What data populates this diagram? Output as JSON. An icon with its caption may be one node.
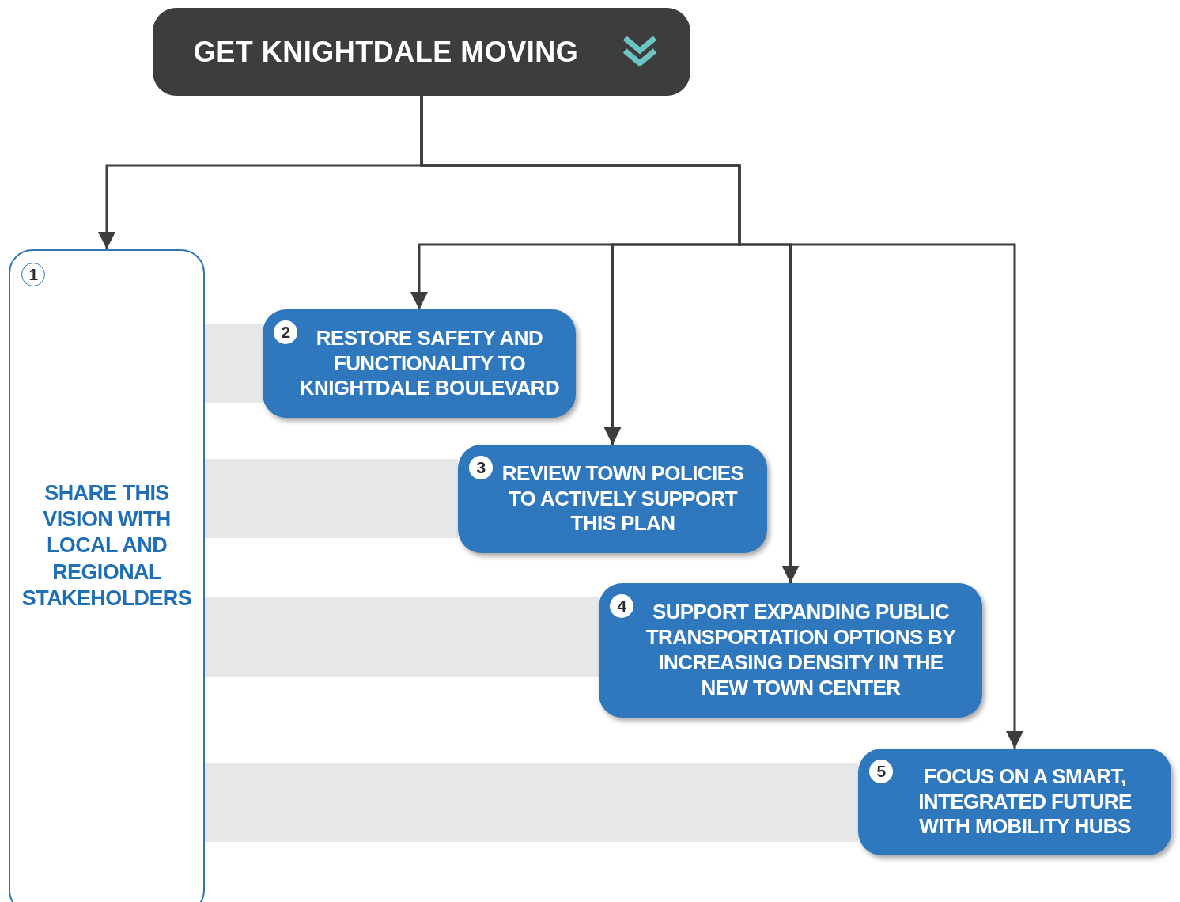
{
  "diagram": {
    "nodes": [
      {
        "text": [
          "GET KNIGHTDALE MOVING"
        ]
      },
      {
        "text": [
          "1",
          "SHARE THIS VISION WITH LOCAL AND REGIONAL STAKEHOLDERS"
        ]
      },
      {
        "text": [
          "2",
          "RESTORE SAFETY AND FUNCTIONALITY TO KNIGHTDALE BOULEVARD"
        ]
      },
      {
        "text": [
          "3",
          "REVIEW TOWN POLICIES TO ACTIVELY SUPPORT THIS PLAN"
        ]
      },
      {
        "text": [
          "4",
          "SUPPORT EXPANDING PUBLIC TRANSPORTATION OPTIONS BY INCREASING DENSITY IN THE NEW TOWN CENTER"
        ]
      },
      {
        "text": [
          "5",
          "FOCUS ON A SMART, INTEGRATED FUTURE WITH MOBILITY HUBS"
        ]
      }
    ],
    "edges": [
      {
        "from": 0,
        "to": 1,
        "arrow": "to"
      },
      {
        "from": 0,
        "to": 2,
        "arrow": "to"
      },
      {
        "from": 0,
        "to": 3,
        "arrow": "to"
      },
      {
        "from": 0,
        "to": 4,
        "arrow": "to"
      },
      {
        "from": 0,
        "to": 5,
        "arrow": "to"
      },
      {
        "from": 1,
        "to": 2,
        "arrow": "none",
        "style": "thick",
        "color": "#e6e7e8"
      },
      {
        "from": 1,
        "to": 3,
        "arrow": "none",
        "style": "thick",
        "color": "#e6e7e8"
      },
      {
        "from": 1,
        "to": 4,
        "arrow": "none",
        "style": "thick",
        "color": "#e6e7e8"
      },
      {
        "from": 1,
        "to": 5,
        "arrow": "none",
        "style": "thick",
        "color": "#e6e7e8"
      }
    ]
  }
}
